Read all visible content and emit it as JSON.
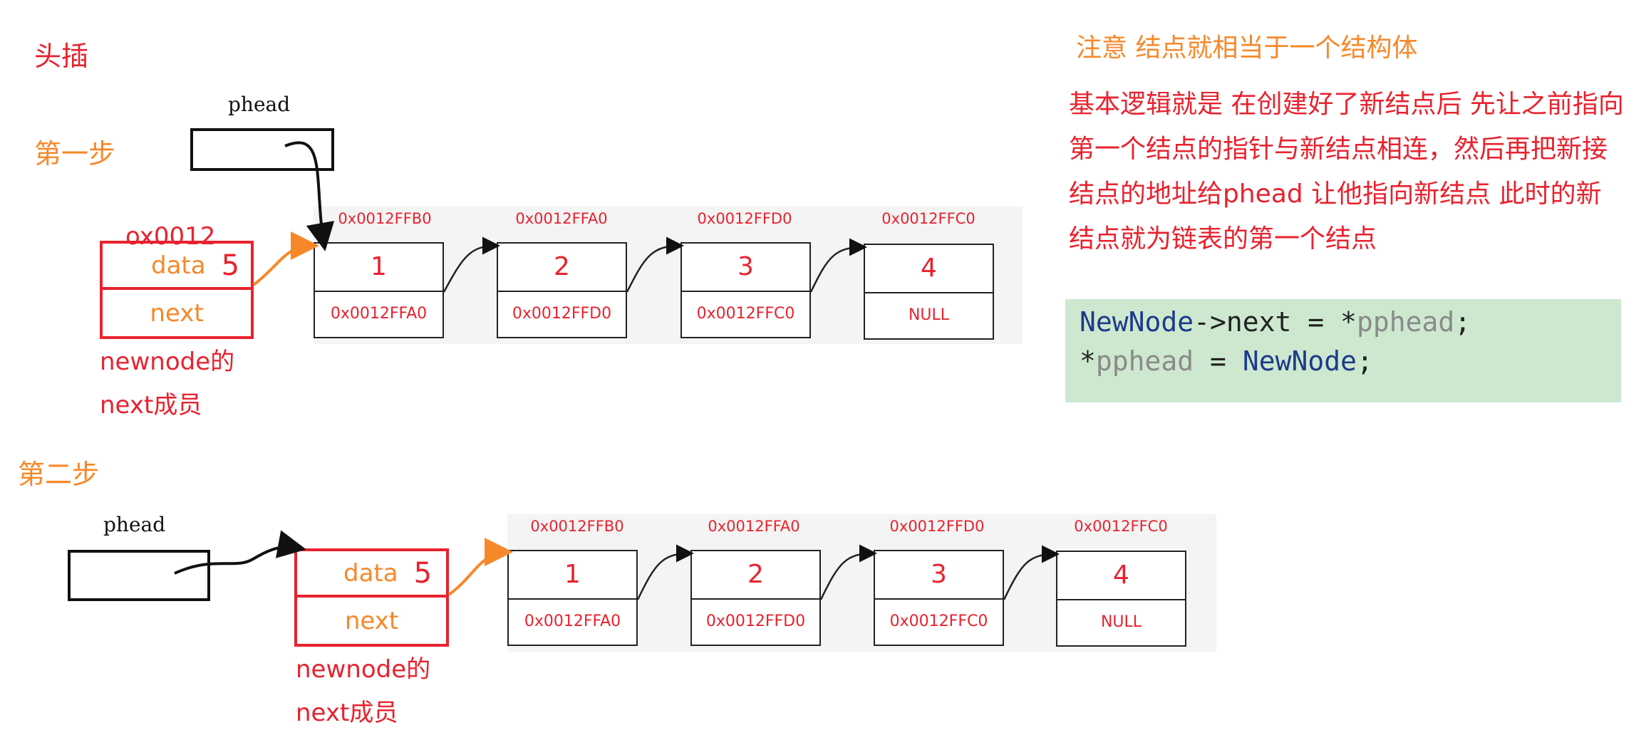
{
  "title": "头插",
  "note": "注意 结点就相当于一个结构体",
  "explanation": "基本逻辑就是 在创建好了新结点后 先让之前指向第一个结点的指针与新结点相连，然后再把新接结点的地址给phead 让他指向新结点 此时的新结点就为链表的第一个结点",
  "code": {
    "line1": {
      "a": "NewNode",
      "b": "->next = *",
      "c": "pphead",
      "d": ";"
    },
    "line2": {
      "a": "*",
      "b": "pphead",
      "c": " = ",
      "d": "NewNode",
      "e": ";"
    }
  },
  "step1": {
    "label": "第一步",
    "phead": "phead",
    "newnode_addr": "ox0012",
    "newnode": {
      "data_label": "data",
      "data_value": "5",
      "next_label": "next"
    },
    "caption_line1": "newnode的",
    "caption_line2": "next成员",
    "nodes": [
      {
        "addr": "0x0012FFB0",
        "data": "1",
        "next": "0x0012FFA0"
      },
      {
        "addr": "0x0012FFA0",
        "data": "2",
        "next": "0x0012FFD0"
      },
      {
        "addr": "0x0012FFD0",
        "data": "3",
        "next": "0x0012FFC0"
      },
      {
        "addr": "0x0012FFC0",
        "data": "4",
        "next": "NULL"
      }
    ]
  },
  "step2": {
    "label": "第二步",
    "phead": "phead",
    "newnode": {
      "data_label": "data",
      "data_value": "5",
      "next_label": "next"
    },
    "caption_line1": "newnode的",
    "caption_line2": "next成员",
    "nodes": [
      {
        "addr": "0x0012FFB0",
        "data": "1",
        "next": "0x0012FFA0"
      },
      {
        "addr": "0x0012FFA0",
        "data": "2",
        "next": "0x0012FFD0"
      },
      {
        "addr": "0x0012FFD0",
        "data": "3",
        "next": "0x0012FFC0"
      },
      {
        "addr": "0x0012FFC0",
        "data": "4",
        "next": "NULL"
      }
    ]
  }
}
